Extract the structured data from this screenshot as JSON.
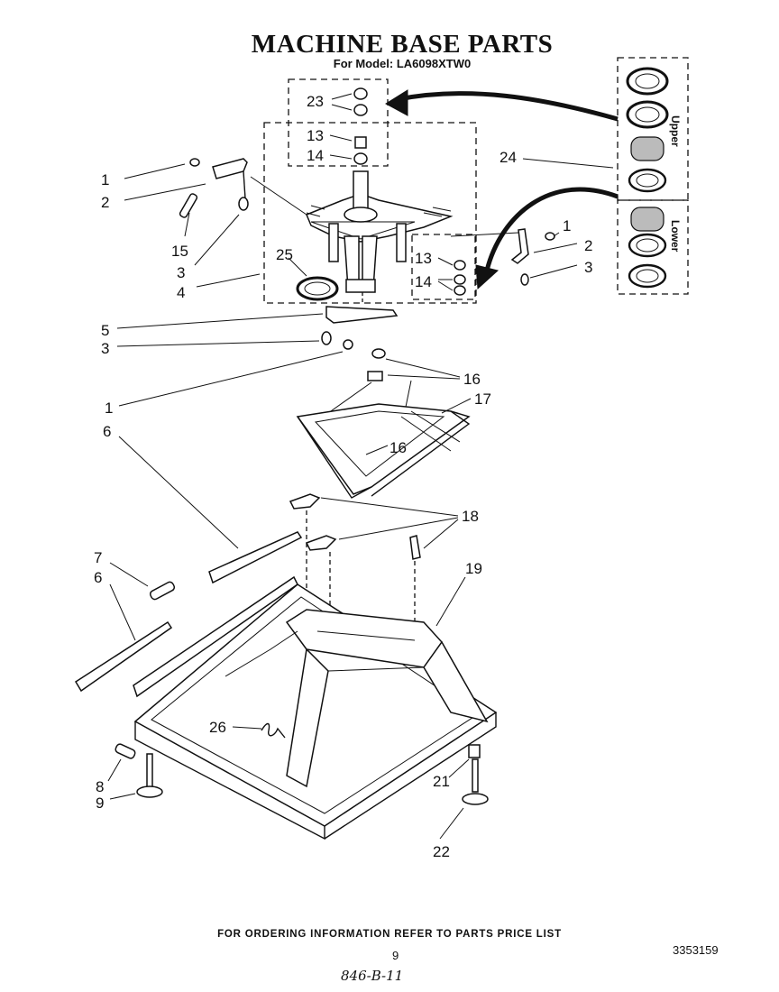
{
  "header": {
    "title": "MACHINE BASE PARTS",
    "model": "For Model: LA6098XTW0"
  },
  "callouts": {
    "c1a": "1",
    "c2a": "2",
    "c15": "15",
    "c3a": "3",
    "c4": "4",
    "c23": "23",
    "c13a": "13",
    "c14a": "14",
    "c25": "25",
    "c13b": "13",
    "c14b": "14",
    "c24": "24",
    "c1b": "1",
    "c2b": "2",
    "c3b": "3",
    "c5": "5",
    "c3c": "3",
    "c1c": "1",
    "c6a": "6",
    "c16a": "16",
    "c17": "17",
    "c16b": "16",
    "c18": "18",
    "c7": "7",
    "c6b": "6",
    "c19": "19",
    "c26": "26",
    "c8": "8",
    "c9": "9",
    "c21": "21",
    "c22": "22"
  },
  "bearing_labels": {
    "upper": "Upper",
    "lower": "Lower"
  },
  "footer": {
    "ordering": "FOR ORDERING INFORMATION REFER TO PARTS PRICE LIST",
    "page": "9",
    "doc_number": "3353159",
    "handwritten": "846-B-11"
  }
}
